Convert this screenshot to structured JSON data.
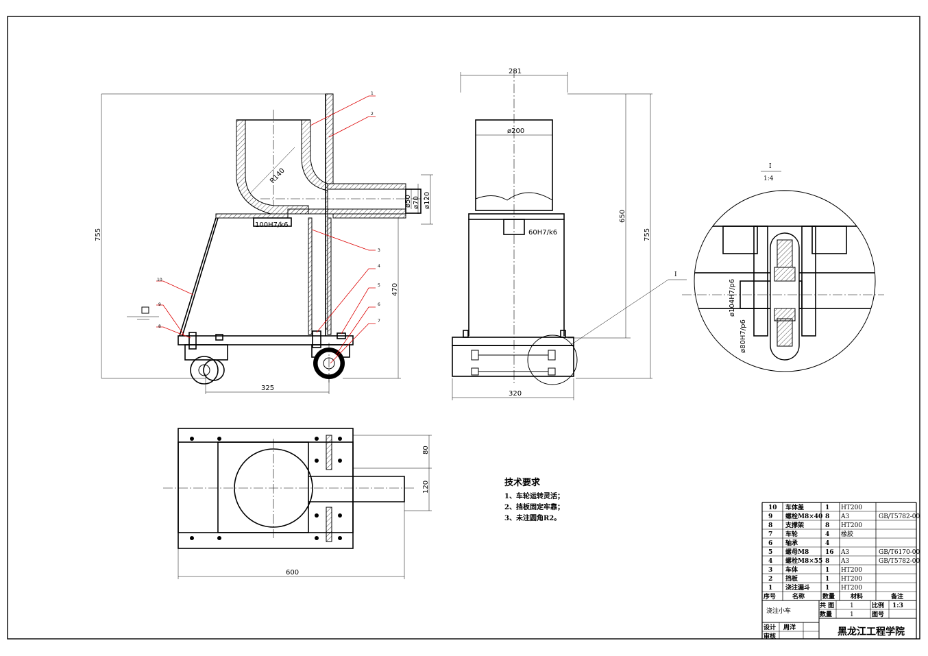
{
  "dimensions": {
    "front_height": "755",
    "front_r140": "R140",
    "front_fit_100": "100H7/k6",
    "front_d50": "ø50",
    "front_d70": "ø70",
    "front_d120": "ø120",
    "front_470": "470",
    "front_325": "325",
    "side_281": "281",
    "side_d200": "ø200",
    "side_650": "650",
    "side_755": "755",
    "side_fit_60": "60H7/k6",
    "side_320": "320",
    "top_80": "80",
    "top_120": "120",
    "top_600": "600",
    "detail_fit_104": "ø104H7/p6",
    "detail_fit_80": "ø80H7/p6"
  },
  "part_callouts": [
    "1",
    "2",
    "3",
    "4",
    "5",
    "6",
    "7",
    "8",
    "9",
    "10"
  ],
  "detail": {
    "label_top": "I",
    "scale": "1:4",
    "marker": "I"
  },
  "tech_requirements": {
    "title": "技术要求",
    "items": [
      "1、车轮运转灵活；",
      "2、挡板固定牢靠；",
      "3、未注圆角R2。"
    ]
  },
  "bom": {
    "rows": [
      {
        "no": "10",
        "name": "车体盖",
        "qty": "1",
        "material": "HT200",
        "note": ""
      },
      {
        "no": "9",
        "name": "螺栓M8×40",
        "qty": "8",
        "material": "A3",
        "note": "GB/T5782-00"
      },
      {
        "no": "8",
        "name": "支撑架",
        "qty": "8",
        "material": "HT200",
        "note": ""
      },
      {
        "no": "7",
        "name": "车轮",
        "qty": "4",
        "material": "橡胶",
        "note": ""
      },
      {
        "no": "6",
        "name": "轴承",
        "qty": "4",
        "material": "",
        "note": ""
      },
      {
        "no": "5",
        "name": "螺母M8",
        "qty": "16",
        "material": "A3",
        "note": "GB/T6170-00"
      },
      {
        "no": "4",
        "name": "螺栓M8×55",
        "qty": "8",
        "material": "A3",
        "note": "GB/T5782-00"
      },
      {
        "no": "3",
        "name": "车体",
        "qty": "1",
        "material": "HT200",
        "note": ""
      },
      {
        "no": "2",
        "name": "挡板",
        "qty": "1",
        "material": "HT200",
        "note": ""
      },
      {
        "no": "1",
        "name": "浇注漏斗",
        "qty": "1",
        "material": "HT200",
        "note": ""
      }
    ],
    "header": {
      "no": "序号",
      "name": "名称",
      "qty": "数量",
      "material": "材料",
      "note": "备注"
    }
  },
  "title_block": {
    "drawing_name": "浇注小车",
    "total_label": "共 图",
    "total_value": "1",
    "qty_label": "数量",
    "qty_value": "1",
    "scale_label": "比例",
    "scale_value": "1:3",
    "drawing_no_label": "图号",
    "design_label": "设计",
    "designer": "周洋",
    "review_label": "审核",
    "institution": "黑龙江工程学院"
  }
}
